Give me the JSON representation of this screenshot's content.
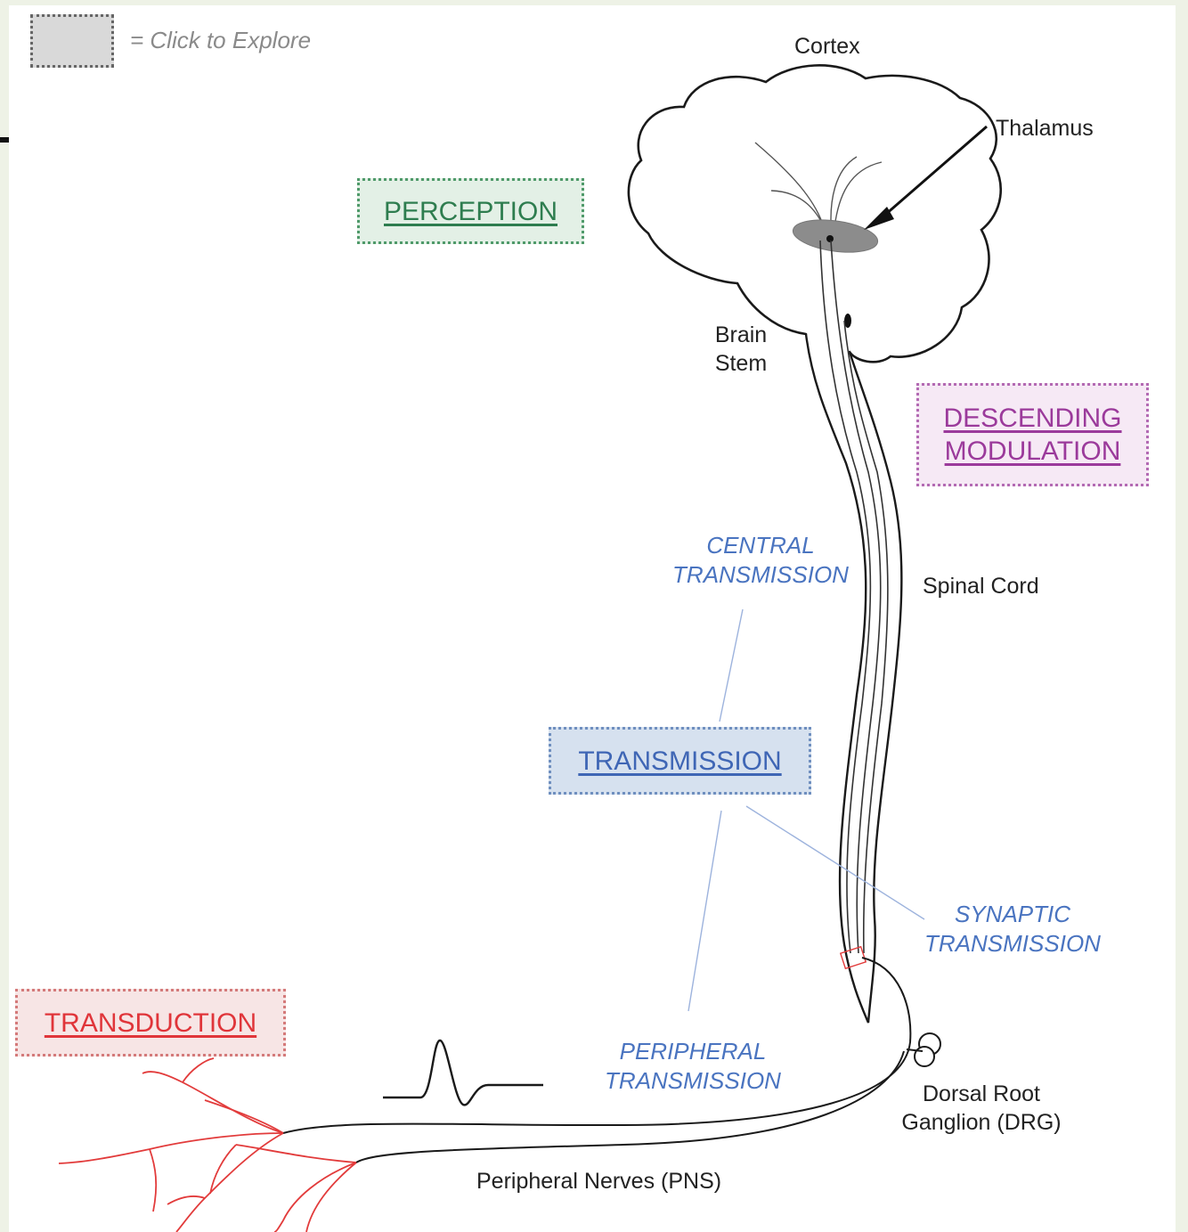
{
  "legend": {
    "text": "= Click to Explore"
  },
  "clickable_boxes": {
    "perception": "PERCEPTION",
    "descending_modulation_line1": "DESCENDING",
    "descending_modulation_line2": "MODULATION",
    "transmission": "TRANSMISSION",
    "transduction": "TRANSDUCTION"
  },
  "anatomy_labels": {
    "cortex": "Cortex",
    "thalamus": "Thalamus",
    "brain_stem_line1": "Brain",
    "brain_stem_line2": "Stem",
    "spinal_cord": "Spinal Cord",
    "drg_line1": "Dorsal Root",
    "drg_line2": "Ganglion (DRG)",
    "peripheral_nerves": "Peripheral Nerves (PNS)"
  },
  "transmission_labels": {
    "central_line1": "CENTRAL",
    "central_line2": "TRANSMISSION",
    "synaptic_line1": "SYNAPTIC",
    "synaptic_line2": "TRANSMISSION",
    "peripheral_line1": "PERIPHERAL",
    "peripheral_line2": "TRANSMISSION"
  },
  "colors": {
    "perception_text": "#2e7d4f",
    "perception_fill": "#e3f0e6",
    "perception_border": "#4f9a6a",
    "modulation_text": "#9b3a9b",
    "modulation_fill": "#f6e9f5",
    "modulation_border": "#b36ab3",
    "transmission_text": "#3f66b5",
    "transmission_fill": "#d6e1ef",
    "transmission_border": "#6f8fbf",
    "transduction_text": "#e0353a",
    "transduction_fill": "#f7e5e5",
    "transduction_border": "#d47a7a",
    "italic_blue": "#4a74c0",
    "nerve_red": "#e23b3b"
  }
}
